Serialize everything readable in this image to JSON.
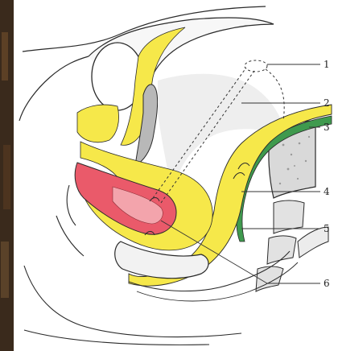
{
  "figure": {
    "labels": [
      {
        "id": "label-1",
        "text": "1"
      },
      {
        "id": "label-2",
        "text": "2"
      },
      {
        "id": "label-3",
        "text": "3"
      },
      {
        "id": "label-4",
        "text": "4"
      },
      {
        "id": "label-5",
        "text": "5"
      },
      {
        "id": "label-6",
        "text": "6"
      }
    ]
  },
  "colors": {
    "fat_yellow": "#f6e84a",
    "rectum_red": "#ea5a6a",
    "rectum_pink": "#f3a4ac",
    "fascia_green": "#3f9a4e",
    "bone_gray": "#d9d9d9",
    "line": "#2a2a2a",
    "border_dark": "#1a1410"
  }
}
